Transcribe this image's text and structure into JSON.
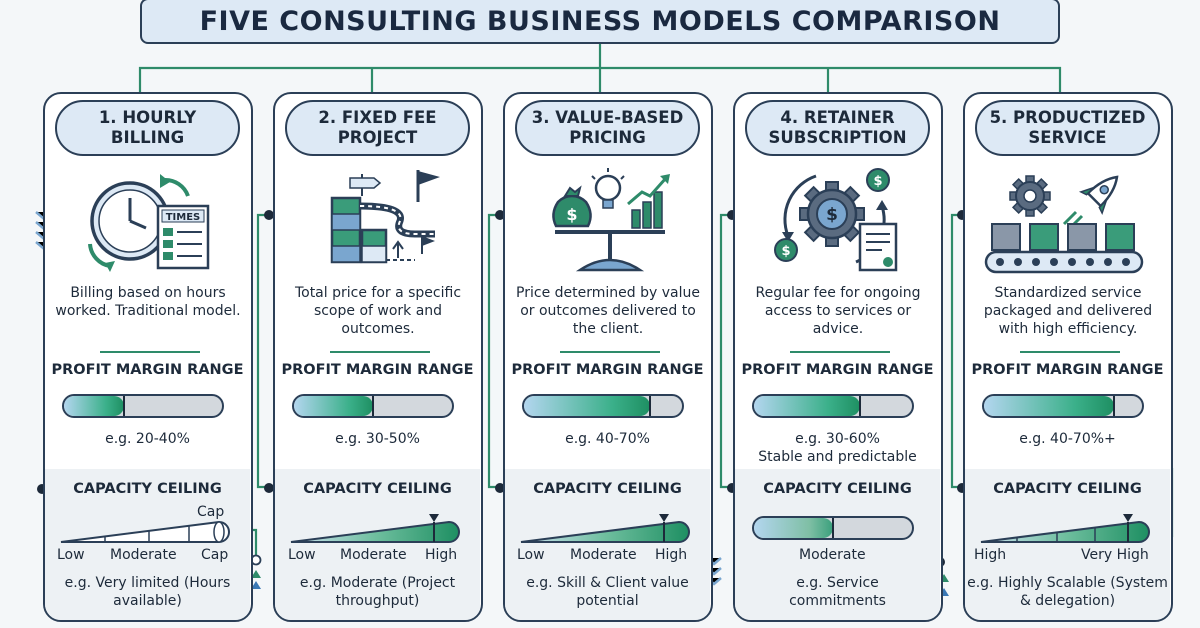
{
  "title": "FIVE CONSULTING BUSINESS MODELS COMPARISON",
  "colors": {
    "navy": "#2b3f57",
    "green": "#2e8b6a",
    "lightblue": "#b3d6ef",
    "panel": "#dde9f5"
  },
  "models": [
    {
      "name": "1. HOURLY BILLING",
      "icon": "clock-timesheet-icon",
      "description": "Billing based on hours worked. Traditional model.",
      "margin_title": "PROFIT MARGIN RANGE",
      "margin_example": "e.g. 20-40%",
      "margin_level": 0.38,
      "capacity_title": "CAPACITY CEILING",
      "capacity_top_label": "Cap",
      "capacity_labels": [
        "Low",
        "Moderate",
        "Cap"
      ],
      "capacity_level": 0.0,
      "capacity_example": "e.g. Very limited (Hours available)"
    },
    {
      "name": "2. FIXED FEE PROJECT",
      "icon": "project-roadmap-icon",
      "description": "Total price for a specific scope of work and outcomes.",
      "margin_title": "PROFIT MARGIN RANGE",
      "margin_example": "e.g. 30-50%",
      "margin_level": 0.5,
      "capacity_title": "CAPACITY CEILING",
      "capacity_labels": [
        "Low",
        "Moderate",
        "High"
      ],
      "capacity_level": 0.88,
      "capacity_example": "e.g. Moderate (Project throughput)"
    },
    {
      "name": "3. VALUE-BASED PRICING",
      "icon": "value-scale-icon",
      "description": "Price determined by value or outcomes delivered to the client.",
      "margin_title": "PROFIT MARGIN RANGE",
      "margin_example": "e.g. 40-70%",
      "margin_level": 0.8,
      "capacity_title": "CAPACITY CEILING",
      "capacity_labels": [
        "Low",
        "Moderate",
        "High"
      ],
      "capacity_level": 0.88,
      "capacity_example": "e.g. Skill & Client value potential"
    },
    {
      "name": "4. RETAINER SUBSCRIPTION",
      "icon": "gear-cycle-icon",
      "description": "Regular fee for ongoing access to services or advice.",
      "margin_title": "PROFIT MARGIN RANGE",
      "margin_example": "e.g. 30-60%\nStable and predictable",
      "margin_level": 0.67,
      "capacity_title": "CAPACITY CEILING",
      "capacity_labels": [
        "",
        "Moderate",
        ""
      ],
      "capacity_level": 0.5,
      "capacity_example": "e.g. Service commitments"
    },
    {
      "name": "5. PRODUCTIZED SERVICE",
      "icon": "rocket-conveyor-icon",
      "description": "Standardized service packaged and delivered with high efficiency.",
      "margin_title": "PROFIT MARGIN RANGE",
      "margin_example": "e.g. 40-70%+",
      "margin_level": 0.82,
      "capacity_title": "CAPACITY CEILING",
      "capacity_labels": [
        "High",
        "",
        "Very High"
      ],
      "capacity_level": 0.9,
      "capacity_example": "e.g. Highly Scalable (System & delegation)"
    }
  ]
}
